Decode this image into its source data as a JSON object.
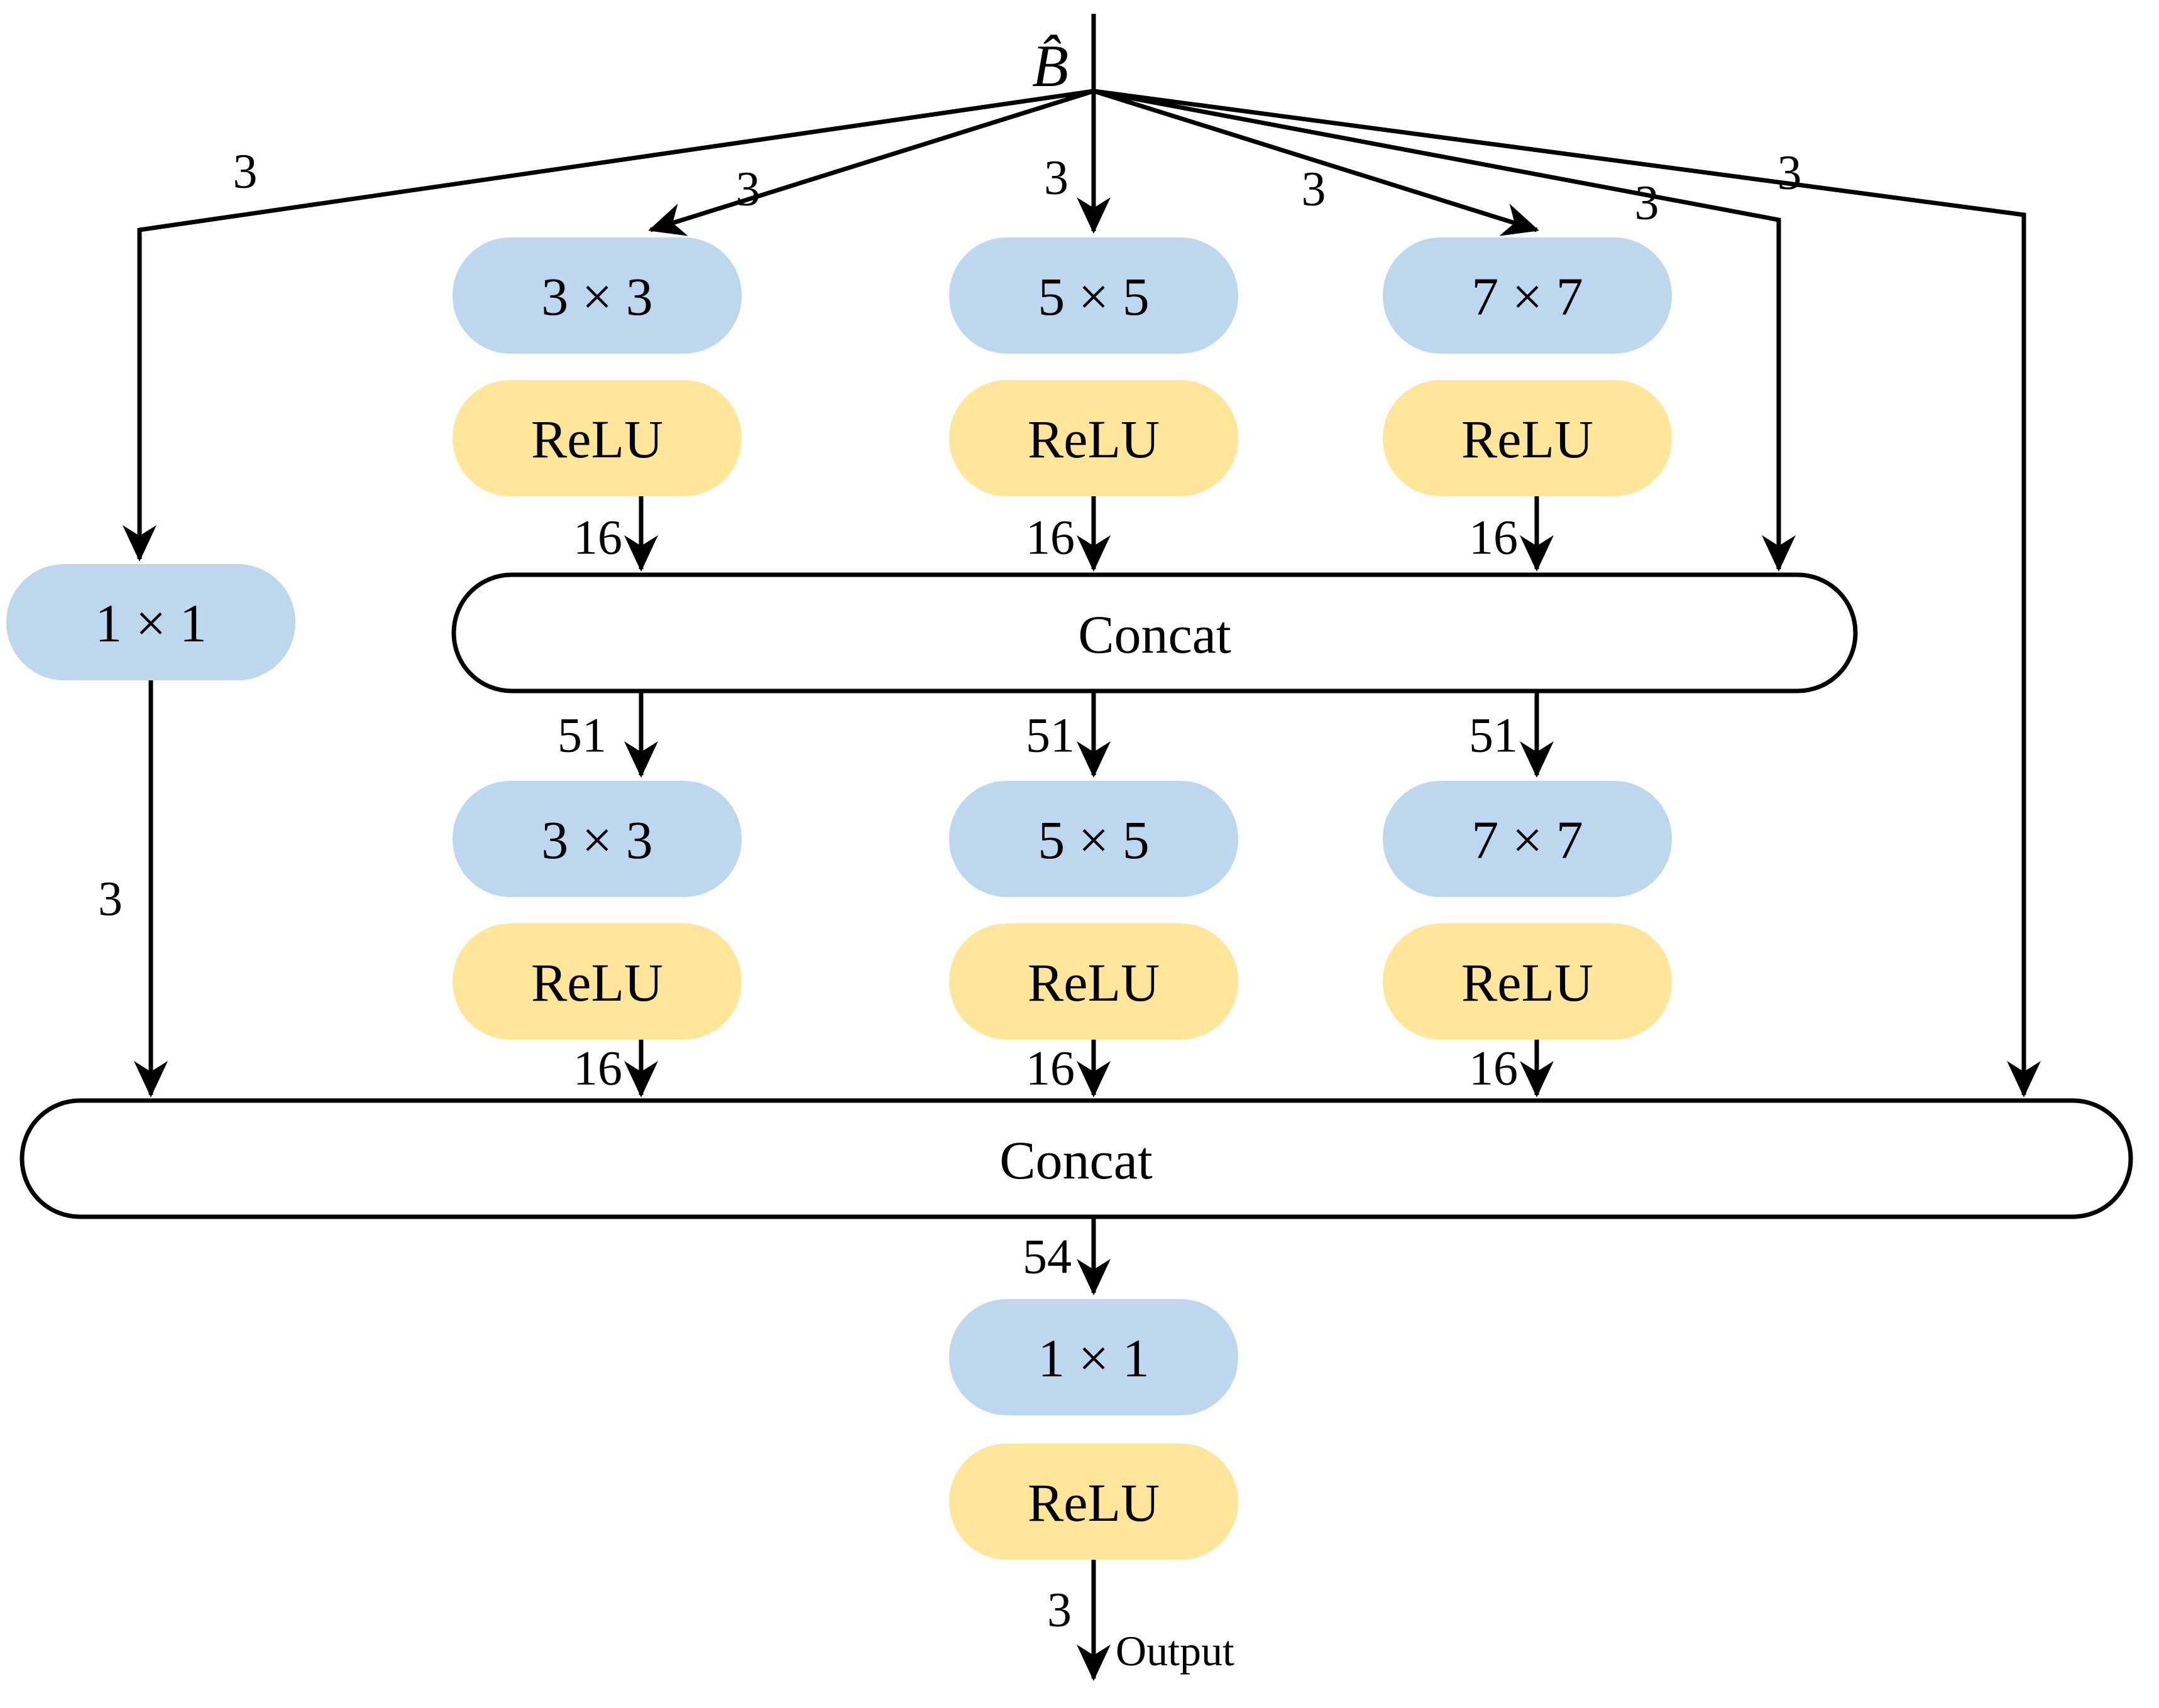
{
  "diagram": {
    "input_label": "B̂",
    "output_label": "Output",
    "branch_channels": "3",
    "skip_conv": {
      "label": "1 × 1",
      "out_channels": "3"
    },
    "stage1": {
      "convs": [
        "3 × 3",
        "5 × 5",
        "7 × 7"
      ],
      "activation": "ReLU",
      "out_channels": "16"
    },
    "concat1": {
      "label": "Concat",
      "out_channels": "51"
    },
    "stage2": {
      "convs": [
        "3 × 3",
        "5 × 5",
        "7 × 7"
      ],
      "activation": "ReLU",
      "out_channels": "16"
    },
    "concat2": {
      "label": "Concat",
      "out_channels": "54"
    },
    "head": {
      "conv_label": "1 × 1",
      "activation": "ReLU",
      "out_channels": "3"
    },
    "colors": {
      "conv_fill": "#BDD7EE",
      "relu_fill": "#FFE699",
      "concat_fill": "#FFFFFF",
      "line": "#000000"
    }
  }
}
